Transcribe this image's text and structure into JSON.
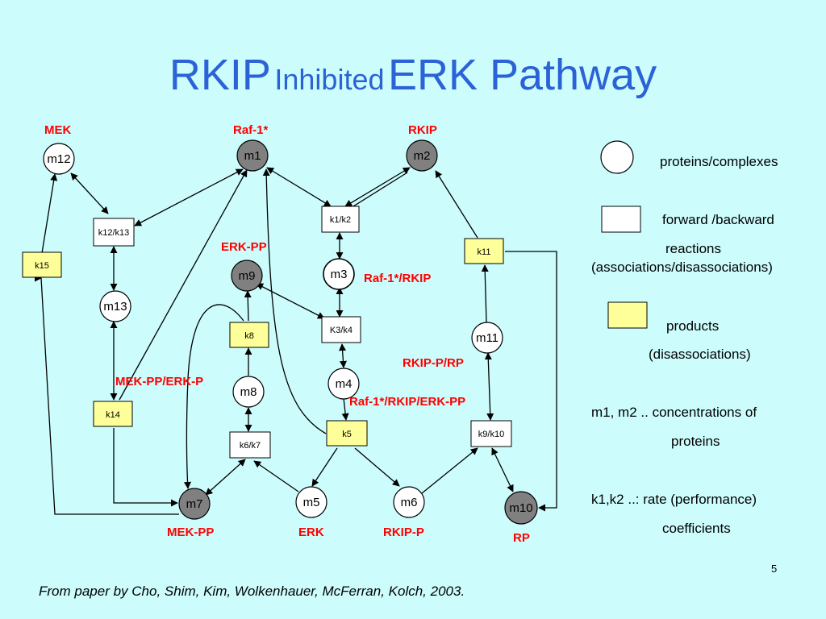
{
  "title": {
    "part1": "RKIP",
    "part2": "Inhibited",
    "part3": "ERK Pathway"
  },
  "nodes": {
    "m1": "m1",
    "m2": "m2",
    "m3": "m3",
    "m4": "m4",
    "m5": "m5",
    "m6": "m6",
    "m7": "m7",
    "m8": "m8",
    "m9": "m9",
    "m10": "m10",
    "m11": "m11",
    "m12": "m12",
    "m13": "m13"
  },
  "reactions": {
    "k1k2": "k1/k2",
    "k3k4": "K3/k4",
    "k6k7": "k6/k7",
    "k9k10": "k9/k10",
    "k12k13": "k12/k13",
    "k5": "k5",
    "k8": "k8",
    "k11": "k11",
    "k14": "k14",
    "k15": "k15"
  },
  "labels": {
    "mek": "MEK",
    "raf1": "Raf-1*",
    "rkip": "RKIP",
    "erkpp": "ERK-PP",
    "raf1rkip": "Raf-1*/RKIP",
    "rkipprp": "RKIP-P/RP",
    "mekpperkp": "MEK-PP/ERK-P",
    "raf1rkiperkpp": "Raf-1*/RKIP/ERK-PP",
    "mekpp": "MEK-PP",
    "erk": "ERK",
    "rkipp": "RKIP-P",
    "rp": "RP"
  },
  "legend": {
    "proteins": "proteins/complexes",
    "forward_line1": "forward /backward",
    "forward_line2": "reactions",
    "forward_line3": "(associations/disassociations)",
    "products_line1": "products",
    "products_line2": "(disassociations)",
    "conc_line1": "m1, m2 ..  concentrations of",
    "conc_line2": "proteins",
    "rate_line1": "k1,k2 ..:  rate (performance)",
    "rate_line2": "coefficients"
  },
  "colors": {
    "background": "#ccfcfc",
    "title": "#2b62d6",
    "label_red": "#ff0000",
    "filled_node": "#808080",
    "product_box": "#ffff99"
  },
  "page_number": "5",
  "citation": "From paper by Cho, Shim, Kim, Wolkenhauer, McFerran, Kolch, 2003."
}
